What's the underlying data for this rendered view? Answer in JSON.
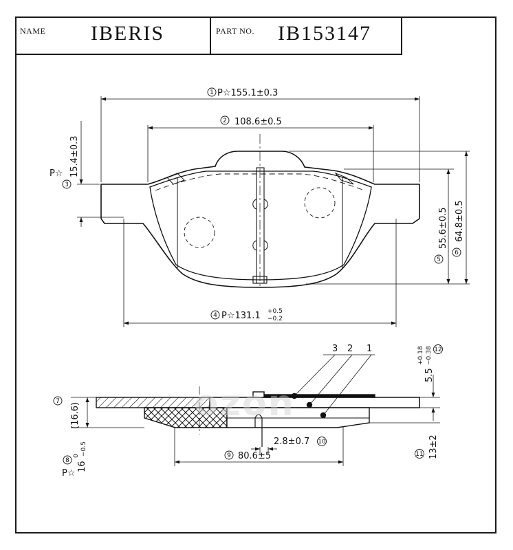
{
  "header": {
    "name_label": "NAME",
    "name_value": "IBERIS",
    "part_label": "PART NO.",
    "part_value": "IB153147"
  },
  "dimensions": {
    "d1": {
      "num": "1",
      "text": "P☆155.1±0.3"
    },
    "d2": {
      "num": "2",
      "text": "108.6±0.5"
    },
    "d3": {
      "num": "3",
      "prefix": "P☆",
      "text": "15.4±0.3"
    },
    "d4": {
      "num": "4",
      "text": "P☆131.1",
      "tol_upper": "+0.5",
      "tol_lower": "−0.2"
    },
    "d5": {
      "num": "5",
      "text": "55.6±0.5"
    },
    "d6": {
      "num": "6",
      "text": "64.8±0.5"
    },
    "d7": {
      "num": "7",
      "text": "(16.6)"
    },
    "d8": {
      "num": "8",
      "text": "16",
      "tol_upper": "0",
      "tol_lower": "−0.5",
      "prefix": "P☆"
    },
    "d9": {
      "num": "9",
      "text": "80.6±5"
    },
    "d10": {
      "num": "10",
      "text": "2.8±0.7"
    },
    "d11": {
      "num": "11",
      "text": "13±2"
    },
    "d12": {
      "num": "12",
      "text": "5.5",
      "tol_upper": "+0.18",
      "tol_lower": "−0.38"
    }
  },
  "layers": [
    "3",
    "2",
    "1"
  ],
  "watermark": "ozon"
}
